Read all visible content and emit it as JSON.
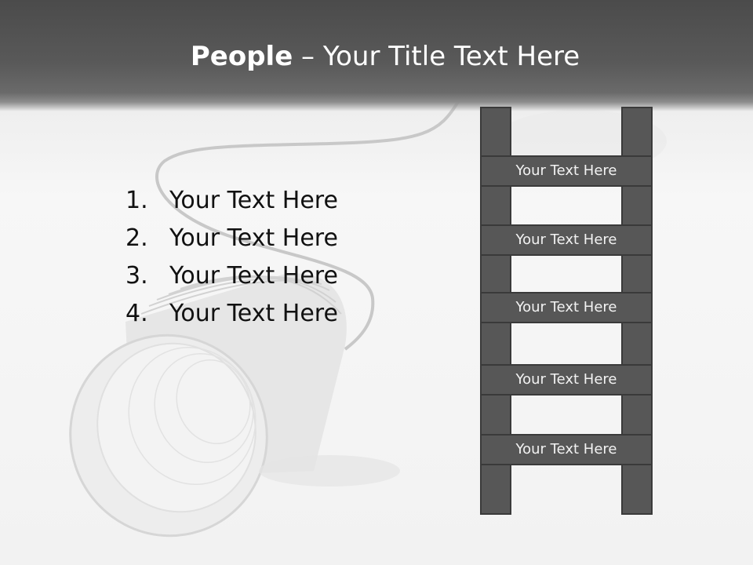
{
  "title": {
    "bold": "People",
    "rest": " – Your Title Text Here"
  },
  "list": [
    {
      "num": "1.",
      "text": "Your Text Here"
    },
    {
      "num": "2.",
      "text": "Your Text Here"
    },
    {
      "num": "3.",
      "text": "Your Text Here"
    },
    {
      "num": "4.",
      "text": "Your Text Here"
    }
  ],
  "ladder": {
    "rungs": [
      "Your Text Here",
      "Your Text Here",
      "Your Text Here",
      "Your Text Here",
      "Your Text Here"
    ]
  },
  "colors": {
    "header": "#4b4b4b",
    "ladder": "#575757",
    "ladder_border": "#3a3a3a"
  }
}
